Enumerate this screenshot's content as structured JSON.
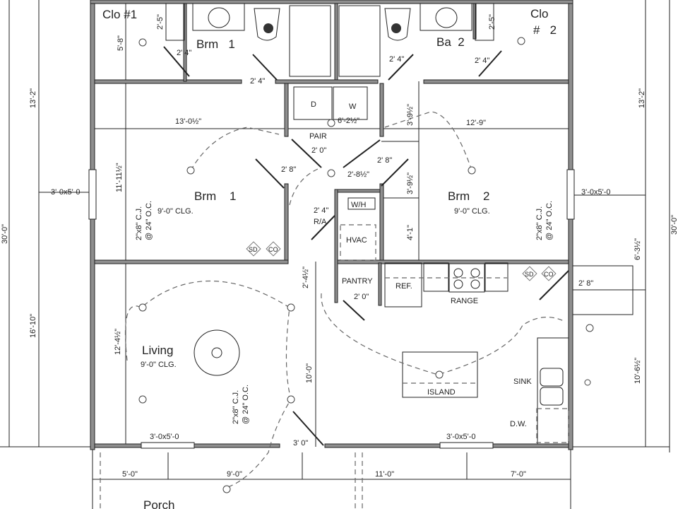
{
  "rooms": {
    "closet_1": "Clo  #1",
    "bath_1": "Brm   1",
    "bath_2": "Ba  2",
    "closet_2_a": "Clo",
    "closet_2_b": "#   2",
    "bedroom_1": "Brm    1",
    "bedroom_2": "Brm    2",
    "living": "Living",
    "porch": "Porch",
    "pantry": "PANTRY",
    "laundry": "PAIR"
  },
  "ceilings": {
    "bedroom_1": "9'-0\" CLG.",
    "bedroom_2": "9'-0\" CLG.",
    "living": "9'-0\" CLG."
  },
  "fixtures": {
    "dryer": "D",
    "washer": "W",
    "water_heater": "W/H",
    "hvac": "HVAC",
    "return_air": "R/A",
    "refrigerator": "REF.",
    "range": "RANGE",
    "island": "ISLAND",
    "sink": "SINK",
    "dishwasher": "D.W.",
    "smoke_detector": "SD",
    "co_detector": "CO"
  },
  "ceiling_joist_note": {
    "line_1": "2\"x8\" C.J.",
    "line_2": "@ 24\" O.C."
  },
  "dimensions": {
    "overall_left": "30'-0\"",
    "overall_right": "30'-0\"",
    "upper_left": "13'-2\"",
    "upper_right": "13'-2\"",
    "lower_left": "16'-10\"",
    "closet_1_depth": "5'-8\"",
    "closet_1_shelf": "2'-5\"",
    "closet_2_shelf": "2'-5\"",
    "bedroom_1_width": "13'-0½\"",
    "bedroom_2_width": "12'-9\"",
    "bedroom_1_depth": "11'-11½\"",
    "living_depth": "12'-4½\"",
    "kitchen_opening": "10'-0\"",
    "hall_offset": "2'-4½\"",
    "hall_upper": "3'-9½\"",
    "hall_lower": "3'-9½\"",
    "hall_bottom": "4'-1\"",
    "right_mid": "6'-3½\"",
    "right_lower": "10'-6½\"",
    "laundry_width": "6'-2½\"",
    "hall_width": "2'-8½\"",
    "porch_1": "5'-0\"",
    "porch_2": "9'-0\"",
    "porch_3": "11'-0\"",
    "porch_4": "7'-0\""
  },
  "windows": {
    "bedroom_1": "3'-0x5'-0",
    "bedroom_2": "3'-0x5'-0",
    "living": "3'-0x5'-0",
    "kitchen": "3'-0x5'-0"
  },
  "doors": {
    "closet_1": "2' 4\"",
    "bath_1": "2' 4\"",
    "bath_2": "2' 4\"",
    "closet_2": "2' 4\"",
    "bedroom_1": "2' 8\"",
    "laundry": "2' 0\"",
    "bedroom_2": "2' 8\"",
    "return_air": "2' 4\"",
    "pantry": "2' 0\"",
    "entry": "3' 0\"",
    "rear": "2' 8\""
  }
}
